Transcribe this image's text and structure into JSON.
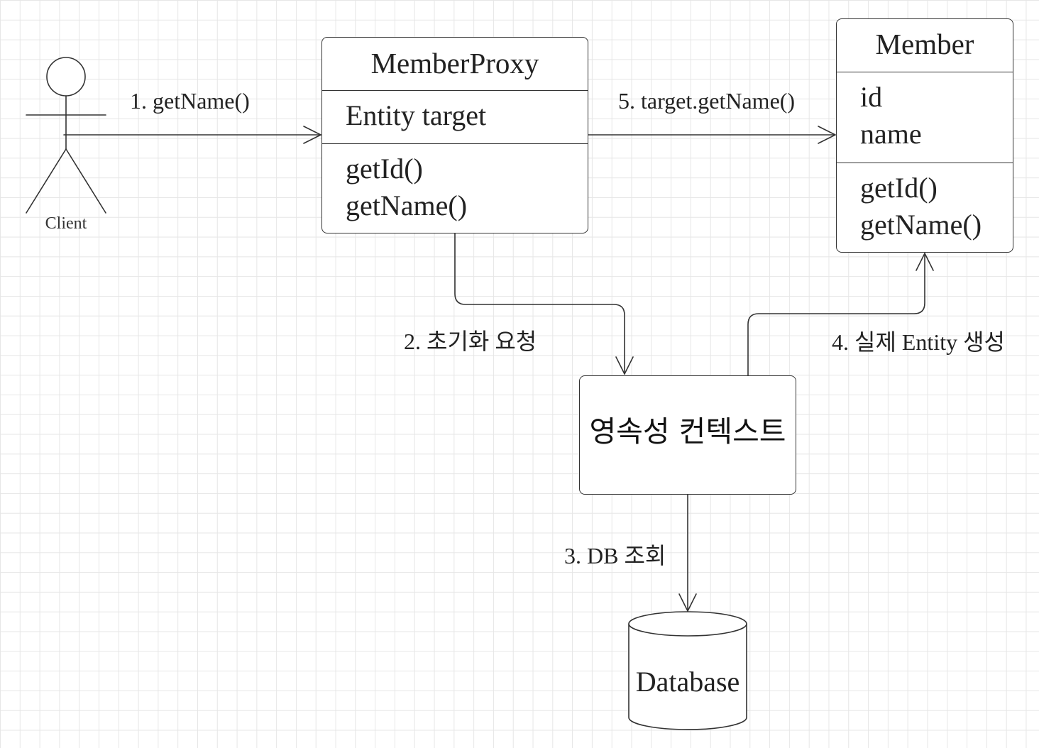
{
  "actor": {
    "label": "Client"
  },
  "member_proxy": {
    "title": "MemberProxy",
    "fields": [
      "Entity target"
    ],
    "methods": [
      "getId()",
      "getName()"
    ]
  },
  "member": {
    "title": "Member",
    "fields": [
      "id",
      "name"
    ],
    "methods": [
      "getId()",
      "getName()"
    ]
  },
  "persistence_context": {
    "label": "영속성 컨텍스트"
  },
  "database": {
    "label": "Database"
  },
  "arrows": {
    "step1": "1. getName()",
    "step2": "2. 초기화 요청",
    "step3": "3. DB 조회",
    "step4": "4. 실제 Entity 생성",
    "step5": "5. target.getName()"
  }
}
